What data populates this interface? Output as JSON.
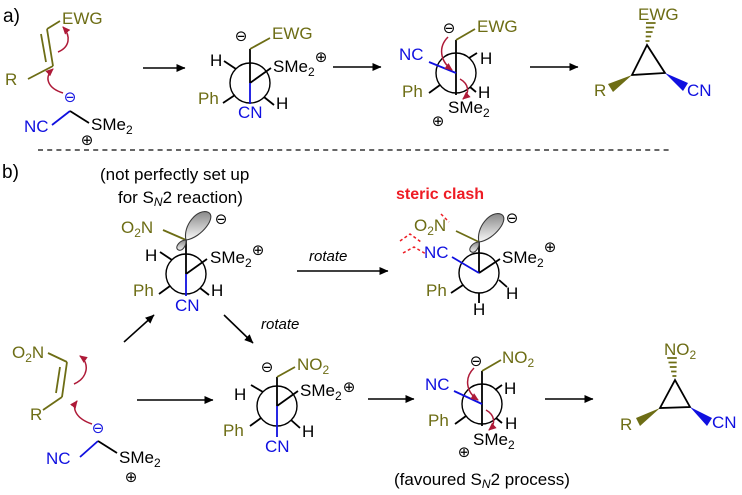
{
  "colors": {
    "bond_olive": "#6d6d15",
    "nitrile_blue": "#1010e0",
    "arrow_red": "#ae1a38",
    "clash_red": "#ee1c24",
    "ink_black": "#000000"
  },
  "labels": {
    "panel_a": "a)",
    "panel_b": "b)"
  },
  "tokens": {
    "ewg": "EWG",
    "r": "R",
    "nc": "NC",
    "cn": "CN",
    "ph": "Ph",
    "h": "H",
    "sme": "SMe",
    "sub_2": "2",
    "o": "O",
    "n": "N",
    "no": "NO",
    "minus": "⊖",
    "plus": "⊕"
  },
  "annotations": {
    "not_setup_line1": "(not perfectly set up",
    "not_setup_line2_pre": "for S",
    "sn_subscript": "N",
    "not_setup_line2_post": "2 reaction)",
    "steric_clash": "steric clash",
    "rotate_top": "rotate",
    "rotate_diagonal": "rotate",
    "favoured_pre": "(favoured S",
    "favoured_post": "2 process)"
  }
}
